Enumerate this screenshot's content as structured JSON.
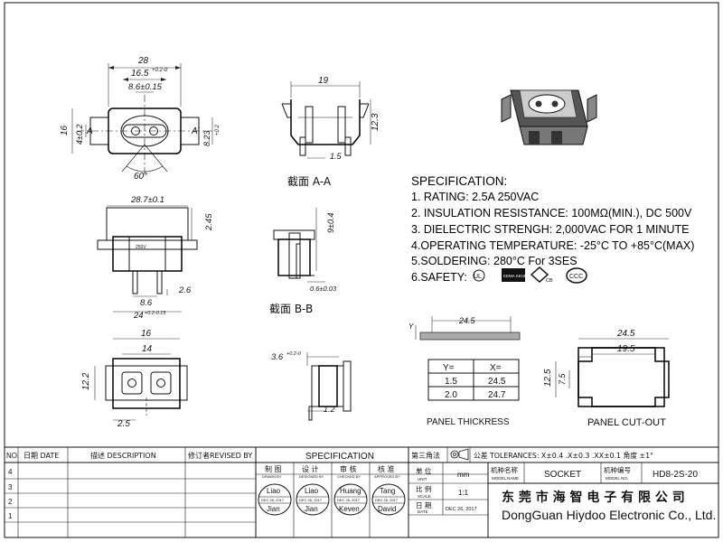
{
  "views": {
    "top": {
      "width": "28",
      "center_dim": "16.5",
      "center_tol": "+0.2-0",
      "pin_dim": "8.6±0.15",
      "height": "16",
      "left_dim": "4±0.2",
      "right_dim": "8.23",
      "tol_plus": "+0.2",
      "section_a": "A",
      "section_a2": "A'",
      "angle": "60°"
    },
    "section_aa": {
      "width": "19",
      "height": "12.3",
      "foot": "1.5",
      "title": "截面 A-A"
    },
    "front": {
      "width": "28.7±0.1",
      "height": "2.45",
      "pin_x": "8.6",
      "pin_h": "2.6",
      "bottom": "24",
      "bottom_tol": "+0.2-0.15"
    },
    "section_bb": {
      "height": "9±0.4",
      "thickness": "0.6±0.03",
      "title": "截面 B-B"
    },
    "bottom": {
      "width": "16",
      "inner": "14",
      "height": "12.2",
      "offset": "2.5"
    },
    "side": {
      "width": "3.6",
      "width_tol": "+0.2-0",
      "foot": "1.2"
    }
  },
  "specification": {
    "title": "SPECIFICATION:",
    "items": [
      "1. RATING: 2.5A 250VAC",
      "2. INSULATION RESISTANCE: 100MΩ(MIN.), DC 500V",
      "3. DIELECTRIC STRENGH: 2,000VAC FOR 1 MINUTE",
      "4.OPERATING TEMPERATURE: -25°C TO +85°C(MAX)",
      "5.SOLDERING: 280°C For 3SES",
      "6.SAFETY:"
    ],
    "safety_marks": [
      "UL",
      "KEMA KEUR",
      "CB",
      "CCC"
    ]
  },
  "panel": {
    "thickness_dim": "24.5",
    "y_label": "Y",
    "table_headers": [
      "Y=",
      "X="
    ],
    "table_rows": [
      [
        "1.5",
        "24.5"
      ],
      [
        "2.0",
        "24.7"
      ]
    ],
    "thickness_label": "PANEL THICKRESS",
    "cutout_outer": "24.5",
    "cutout_inner": "19.5",
    "cutout_h": "12.5",
    "cutout_inner_h": "7.5",
    "cutout_label": "PANEL CUT-OUT"
  },
  "title_block": {
    "rev_header": "NO.",
    "date_header": "日期 DATE",
    "desc_header": "描述 DESCRIPTION",
    "revisor_header": "修订者REVISED BY",
    "rev_rows": [
      "4",
      "3",
      "2",
      "1"
    ],
    "spec_header": "SPECIFICATION",
    "projection": "第三角法",
    "tolerances": "公差 TOLERANCES: X±0.4 .X±0.3 .XX±0.1 角度 ±1°",
    "roles": [
      {
        "cn": "制 图",
        "en": "DRAWN BY"
      },
      {
        "cn": "设 计",
        "en": "DESIGNED BY"
      },
      {
        "cn": "审 核",
        "en": "CHECKED BY"
      },
      {
        "cn": "核 准",
        "en": "APPROVED BY"
      }
    ],
    "stamps": [
      {
        "top": "Liao",
        "date": "DEC 26, 2017",
        "bottom": "Jian"
      },
      {
        "top": "Liao",
        "date": "DEC 26, 2017",
        "bottom": "Jian"
      },
      {
        "top": "Huang",
        "date": "DEC 26, 2017",
        "bottom": "Keven"
      },
      {
        "top": "Tang",
        "date": "DEC 26, 2017",
        "bottom": "David"
      }
    ],
    "unit_cn": "单 位",
    "unit_en": "UNIT",
    "unit_val": "mm",
    "scale_cn": "比 例",
    "scale_en": "SCALE",
    "scale_val": "1:1",
    "date_cn": "日 期",
    "date_en": "DATE",
    "date_val": "DEC 26, 2017",
    "model_name_cn": "机种名称",
    "model_name_en": "MODEL NAME",
    "model_name_val": "SOCKET",
    "model_no_cn": "机种编号",
    "model_no_en": "MODEL NO.",
    "model_no_val": "HD8-2S-20",
    "company_cn": "东 莞 市 海 智 电 子 有 限 公 司",
    "company_en": "DongGuan Hiydoo Electronic Co., Ltd."
  }
}
